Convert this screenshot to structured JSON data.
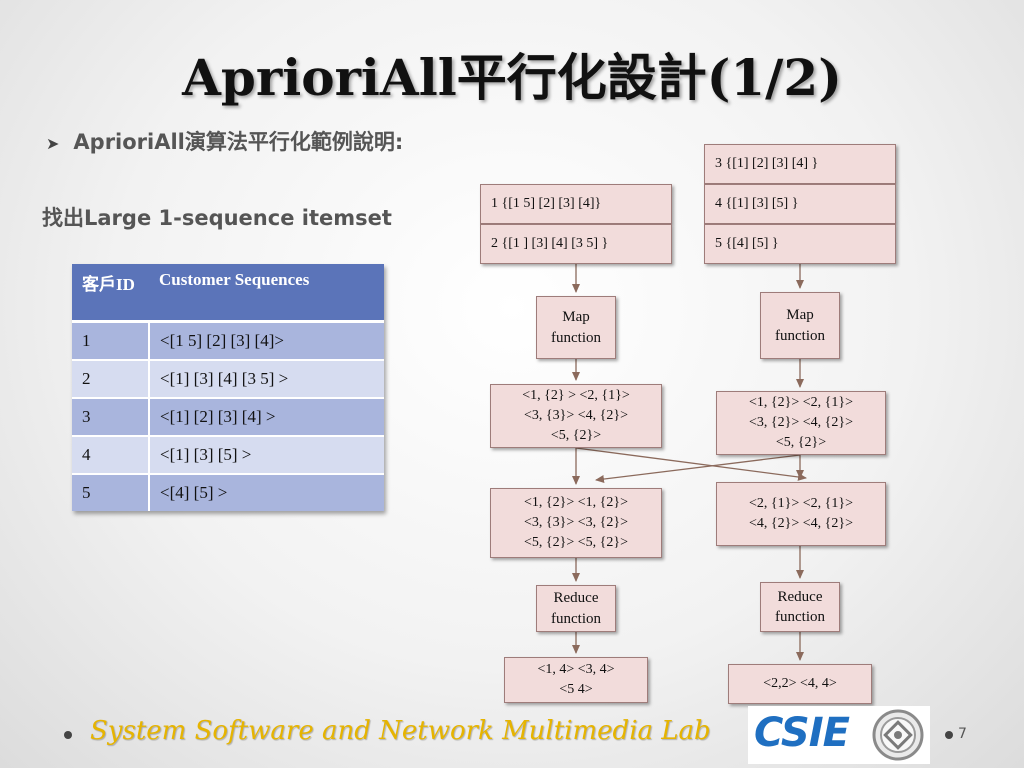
{
  "slide": {
    "title": "AprioriAll平行化設計(1/2)",
    "bullet_text": "AprioriAll演算法平行化範例說明:",
    "subhead": "找出Large 1-sequence  itemset",
    "page_number": "7"
  },
  "table": {
    "headers": [
      "客戶ID",
      "Customer  Sequences"
    ],
    "rows": [
      [
        "1",
        "<[1 5] [2] [3] [4]>"
      ],
      [
        "2",
        "<[1] [3] [4] [3 5] >"
      ],
      [
        "3",
        "<[1] [2] [3] [4] >"
      ],
      [
        "4",
        "<[1] [3] [5] >"
      ],
      [
        "5",
        "<[4] [5] >"
      ]
    ]
  },
  "diagram": {
    "left_inputs": [
      "1   {[1 5] [2] [3] [4]}",
      "2  {[1 ] [3] [4] [3 5] }"
    ],
    "right_inputs": [
      "3  {[1] [2] [3] [4] }",
      "4  {[1] [3] [5] }",
      "5  {[4] [5] }"
    ],
    "map_label": [
      "Map",
      "function"
    ],
    "left_map_output": [
      "<1, {2} > <2, {1}>",
      "<3, {3}>  <4, {2}>",
      "<5, {2}>"
    ],
    "right_map_output": [
      "<1, {2}>  <2, {1}>",
      "<3, {2}>  <4, {2}>",
      "<5, {2}>"
    ],
    "left_shuffle": [
      "<1, {2}> <1, {2}>",
      "<3, {3}> <3, {2}>",
      "<5, {2}> <5, {2}>"
    ],
    "right_shuffle": [
      "<2, {1}>  <2, {1}>",
      "<4, {2}> <4, {2}>"
    ],
    "reduce_label": [
      "Reduce",
      "function"
    ],
    "left_result": [
      "<1, 4>   <3, 4>",
      "<5 4>"
    ],
    "right_result": [
      "<2,2>   <4, 4>"
    ]
  },
  "footer": {
    "lab_name": "System Software and Network Multimedia Lab",
    "logo_text": "CSIE"
  },
  "colors": {
    "table_header": "#5b74b9",
    "table_row_dark": "#a9b5dd",
    "table_row_light": "#d6dcf0",
    "box_fill": "#f2dcdb",
    "arrow": "#8b6a5c",
    "footer_text": "#e6b400",
    "logo_blue": "#1f6fc1"
  },
  "icons": [
    "bullet-arrow-icon",
    "university-seal-icon"
  ]
}
